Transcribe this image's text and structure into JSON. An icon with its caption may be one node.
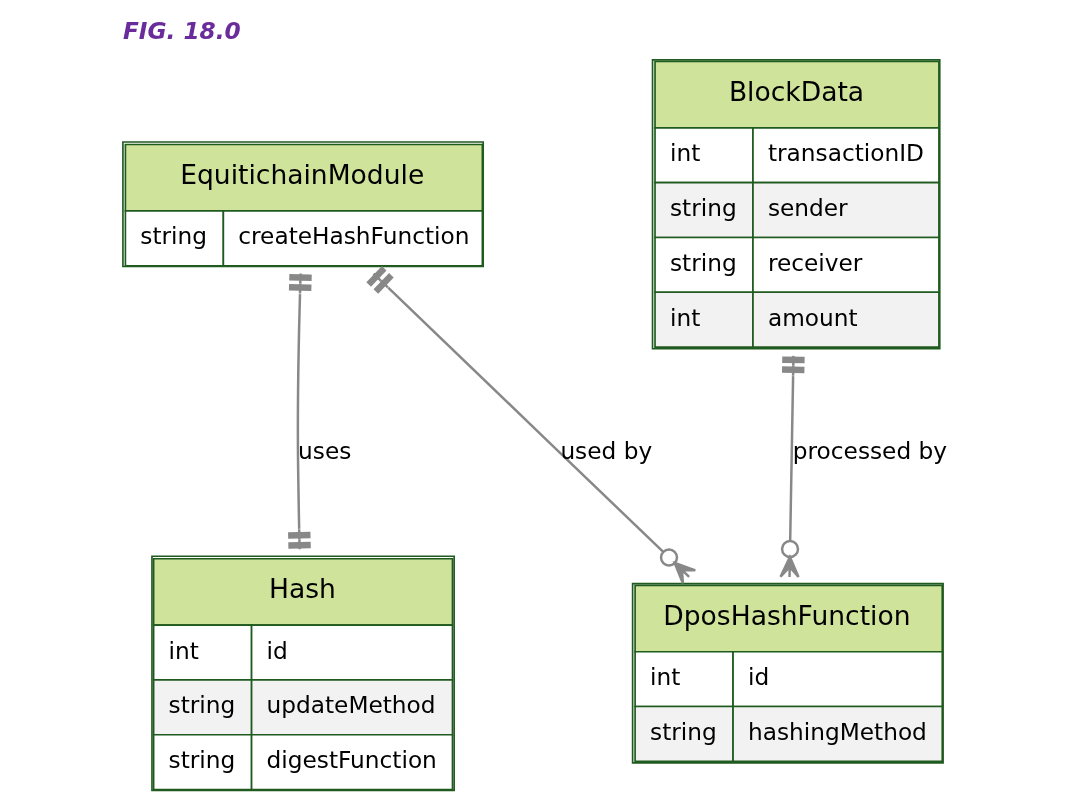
{
  "diagram": {
    "title": "FIG. 18.0",
    "nodes": [
      {
        "text": [
          "EquitichainModule",
          "string",
          "createHashFunction"
        ]
      },
      {
        "text": [
          "BlockData",
          "int",
          "transactionID",
          "string",
          "sender",
          "string",
          "receiver",
          "int",
          "amount"
        ]
      },
      {
        "text": [
          "Hash",
          "int",
          "id",
          "string",
          "updateMethod",
          "string",
          "digestFunction"
        ]
      },
      {
        "text": [
          "DposHashFunction",
          "int",
          "id",
          "string",
          "hashingMethod"
        ]
      }
    ],
    "edges": [
      {
        "from": 0,
        "to": 2,
        "arrow": "other",
        "label": "uses"
      },
      {
        "from": 0,
        "to": 3,
        "arrow": "other",
        "label": "used by"
      },
      {
        "from": 1,
        "to": 3,
        "arrow": "other",
        "label": "processed by"
      }
    ]
  }
}
